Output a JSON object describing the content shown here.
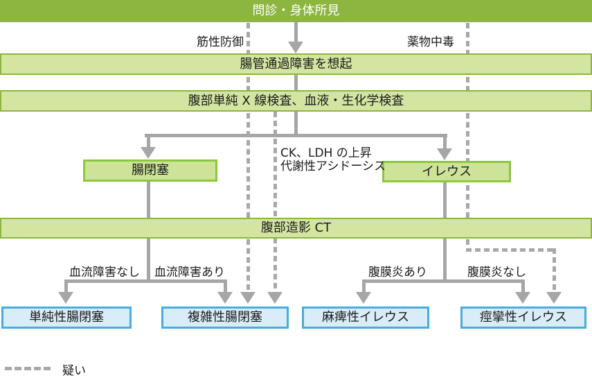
{
  "diagram": {
    "header": "問診・身体所見",
    "bars": {
      "recall": "腸管通過障害を想起",
      "xray": "腹部単純 X 線検査、血液・生化学検査",
      "ct": "腹部造影 CT"
    },
    "nodes": {
      "obstruction": "腸閉塞",
      "ileus": "イレウス",
      "simple_obstruction": "単純性腸閉塞",
      "complicated_obstruction": "複雑性腸閉塞",
      "paralytic_ileus": "麻痺性イレウス",
      "spastic_ileus": "痙攣性イレウス"
    },
    "edge_labels": {
      "muscle_guarding": "筋性防御",
      "drug_intoxication": "薬物中毒",
      "ck_ldh_line1": "CK、LDH の上昇",
      "ck_ldh_line2": "代謝性アシドーシス",
      "no_ischemia": "血流障害なし",
      "ischemia": "血流障害あり",
      "peritonitis": "腹膜炎あり",
      "no_peritonitis": "腹膜炎なし"
    },
    "legend": {
      "dashed_meaning": "疑い"
    },
    "colors": {
      "header_green": "#8cb63f",
      "bar_fill": "#d3e5a1",
      "bar_border": "#8cb63f",
      "node_fill": "#cde398",
      "node_border": "#8dc63f",
      "result_fill": "#daecf7",
      "result_border": "#45addf",
      "line_gray": "#a6a6a6",
      "text": "#1a1a1a"
    }
  }
}
